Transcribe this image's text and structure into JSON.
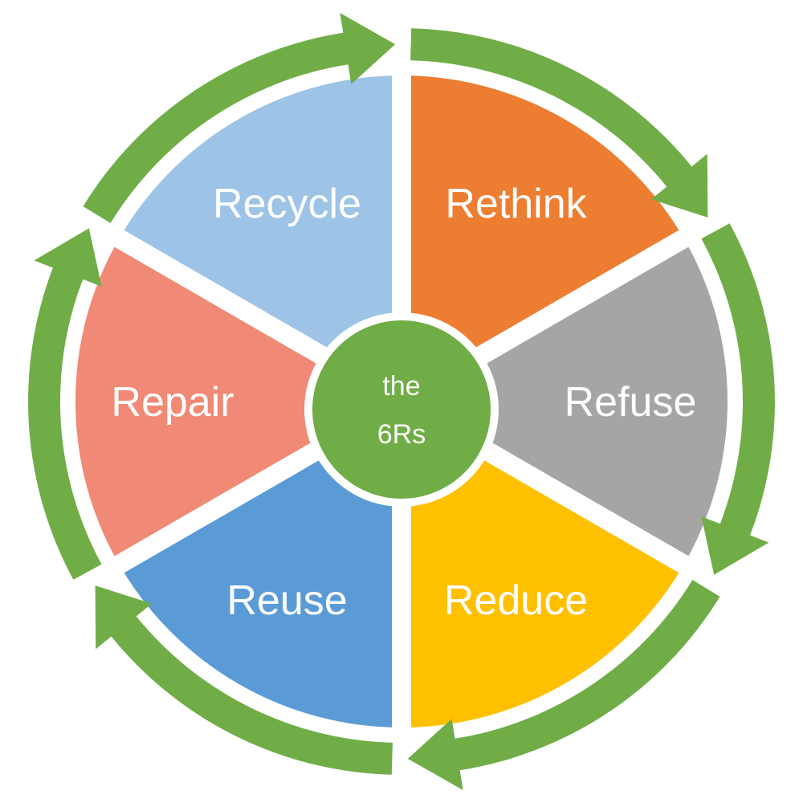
{
  "center": {
    "line1": "the",
    "line2": "6Rs",
    "color": "#70AD47"
  },
  "arrow_color": "#70AD47",
  "segments": [
    {
      "label": "Rethink",
      "color": "#ED7D31"
    },
    {
      "label": "Refuse",
      "color": "#A5A5A5"
    },
    {
      "label": "Reduce",
      "color": "#FFC000"
    },
    {
      "label": "Reuse",
      "color": "#5B9BD5"
    },
    {
      "label": "Repair",
      "color": "#F08975"
    },
    {
      "label": "Recycle",
      "color": "#9DC3E6"
    }
  ]
}
